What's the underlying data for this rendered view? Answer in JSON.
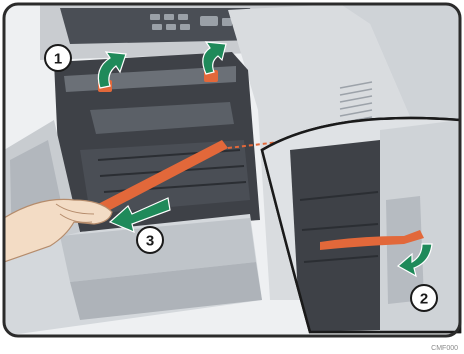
{
  "steps": [
    {
      "label": "1"
    },
    {
      "label": "2"
    },
    {
      "label": "3"
    }
  ],
  "credit": {
    "text": "CMF000"
  },
  "colors": {
    "arrow_green": "#1f8a5a",
    "tape_orange": "#e2683a",
    "frame_gray": "#2b2b2b",
    "printer_light": "#d9dcdf",
    "printer_dark": "#4b4f55",
    "interior_dark": "#3e4147"
  },
  "icons": [
    "step-badge-icon",
    "curved-arrow-icon",
    "pull-arrow-icon"
  ]
}
